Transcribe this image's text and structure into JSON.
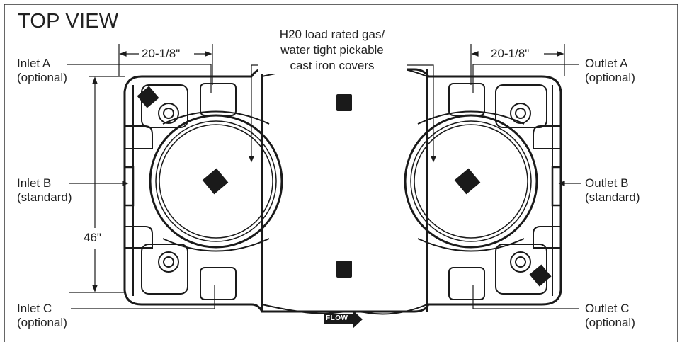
{
  "title": "TOP VIEW",
  "callouts": {
    "inlet_a": {
      "name": "Inlet A",
      "sub": "(optional)"
    },
    "inlet_b": {
      "name": "Inlet B",
      "sub": "(standard)"
    },
    "inlet_c": {
      "name": "Inlet C",
      "sub": "(optional)"
    },
    "outlet_a": {
      "name": "Outlet A",
      "sub": "(optional)"
    },
    "outlet_b": {
      "name": "Outlet B",
      "sub": "(standard)"
    },
    "outlet_c": {
      "name": "Outlet C",
      "sub": "(optional)"
    }
  },
  "covers_note": [
    "H20 load rated gas/",
    "water tight pickable",
    "cast iron covers"
  ],
  "dimensions": {
    "left_width": "20-1/8\"",
    "right_width": "20-1/8\"",
    "height": "46\""
  },
  "flow_arrow": "FLOW",
  "colors": {
    "line": "#1a1a1a",
    "background": "#ffffff"
  }
}
